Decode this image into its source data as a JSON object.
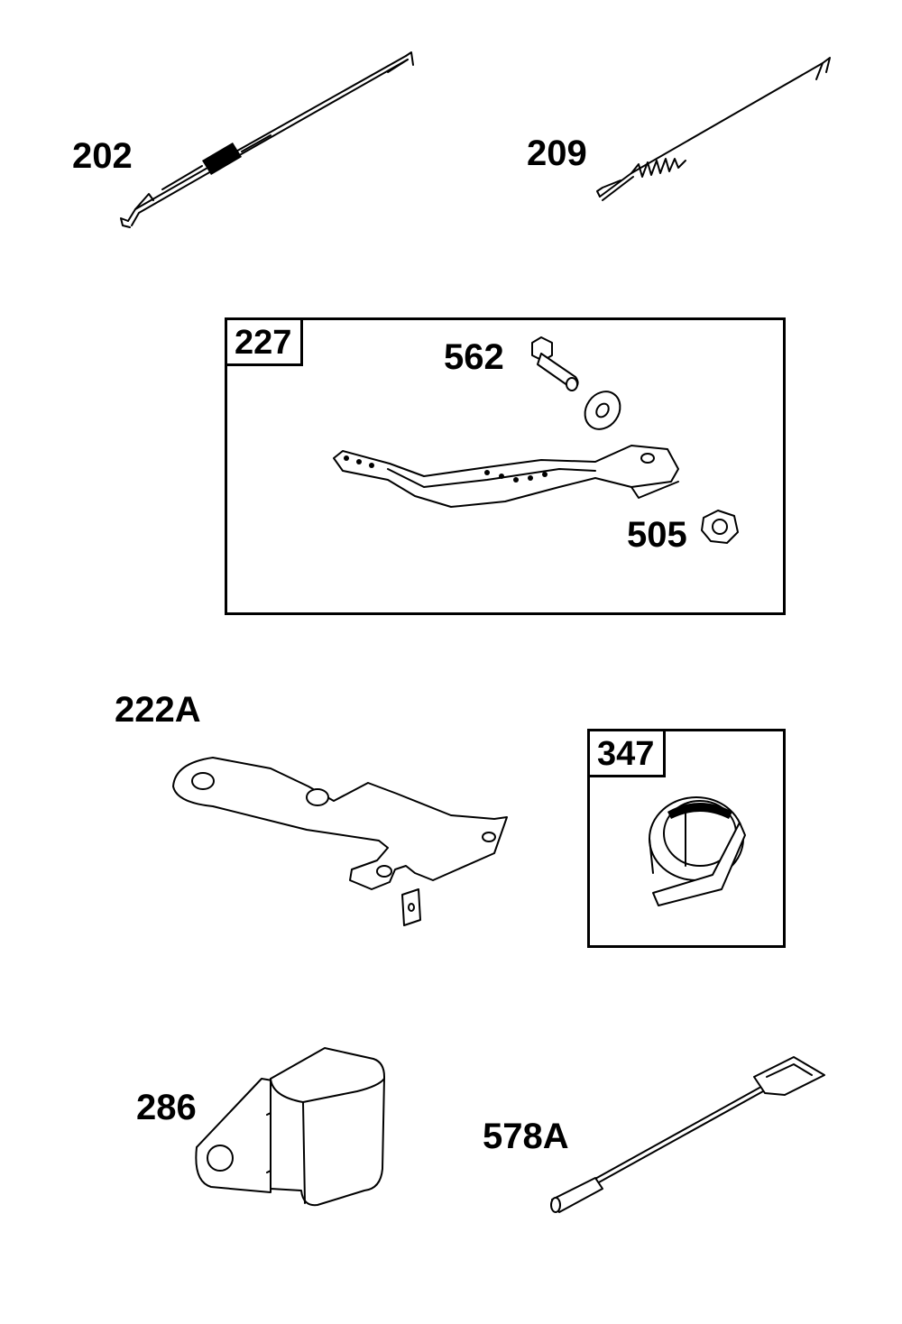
{
  "parts": {
    "p202": "202",
    "p209": "209",
    "p227": "227",
    "p562": "562",
    "p505": "505",
    "p222a": "222A",
    "p347": "347",
    "p286": "286",
    "p578a": "578A"
  }
}
